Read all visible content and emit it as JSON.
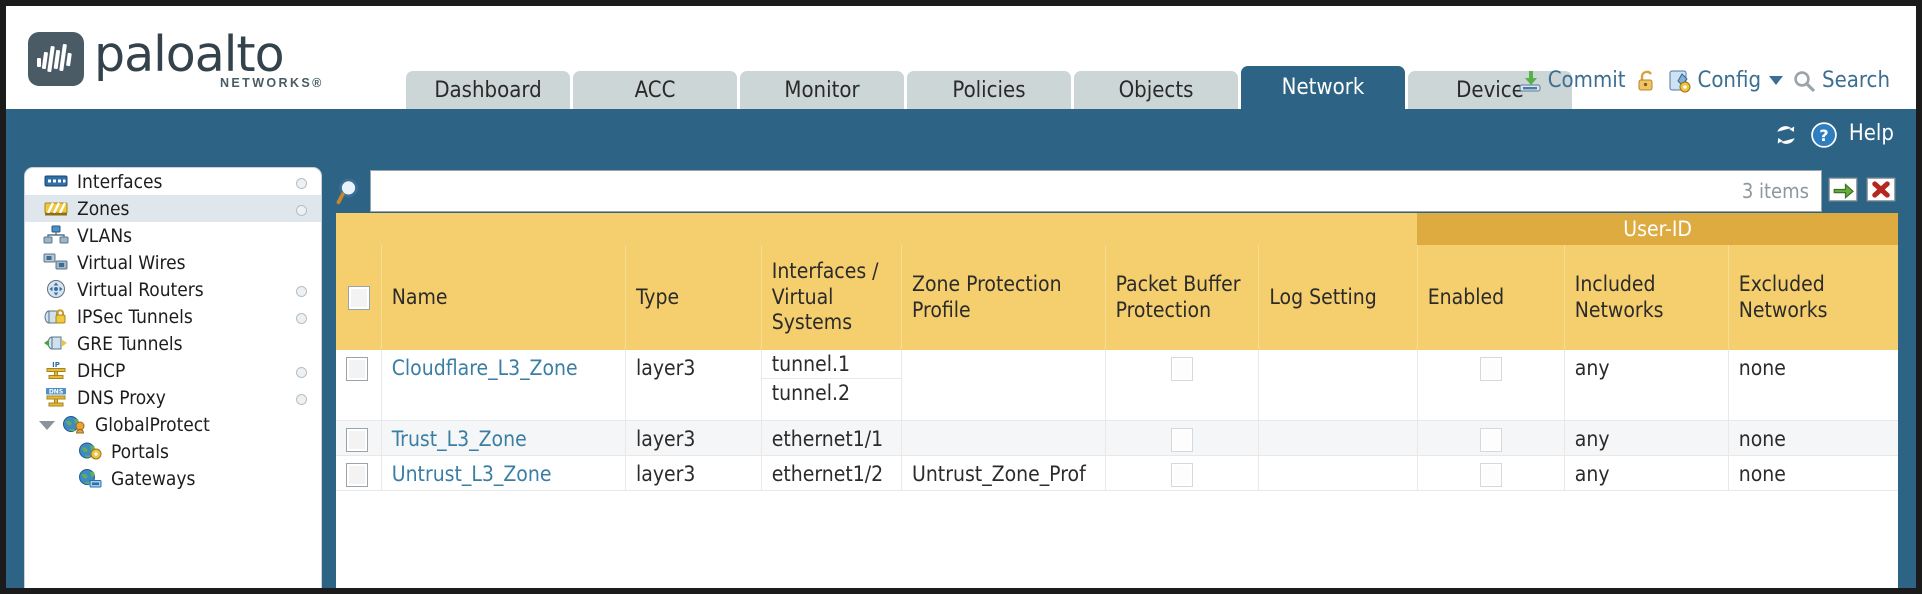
{
  "brand": {
    "word": "paloalto",
    "sub": "NETWORKS®"
  },
  "nav": {
    "tabs": [
      {
        "label": "Dashboard",
        "active": false
      },
      {
        "label": "ACC",
        "active": false
      },
      {
        "label": "Monitor",
        "active": false
      },
      {
        "label": "Policies",
        "active": false
      },
      {
        "label": "Objects",
        "active": false
      },
      {
        "label": "Network",
        "active": true
      },
      {
        "label": "Device",
        "active": false
      }
    ]
  },
  "utility": {
    "commit": "Commit",
    "lock_icon": "padlock-icon",
    "config": "Config",
    "search": "Search"
  },
  "band": {
    "refresh_icon": "refresh-icon",
    "help": "Help"
  },
  "sidebar": {
    "items": [
      {
        "label": "Interfaces",
        "icon": "interfaces-icon",
        "selected": false,
        "dot": true,
        "child": false,
        "expander": false
      },
      {
        "label": "Zones",
        "icon": "zones-icon",
        "selected": true,
        "dot": true,
        "child": false,
        "expander": false
      },
      {
        "label": "VLANs",
        "icon": "vlans-icon",
        "selected": false,
        "dot": false,
        "child": false,
        "expander": false
      },
      {
        "label": "Virtual Wires",
        "icon": "virtual-wires-icon",
        "selected": false,
        "dot": false,
        "child": false,
        "expander": false
      },
      {
        "label": "Virtual Routers",
        "icon": "virtual-routers-icon",
        "selected": false,
        "dot": true,
        "child": false,
        "expander": false
      },
      {
        "label": "IPSec Tunnels",
        "icon": "ipsec-tunnels-icon",
        "selected": false,
        "dot": true,
        "child": false,
        "expander": false
      },
      {
        "label": "GRE Tunnels",
        "icon": "gre-tunnels-icon",
        "selected": false,
        "dot": false,
        "child": false,
        "expander": false
      },
      {
        "label": "DHCP",
        "icon": "dhcp-icon",
        "selected": false,
        "dot": true,
        "child": false,
        "expander": false
      },
      {
        "label": "DNS Proxy",
        "icon": "dns-proxy-icon",
        "selected": false,
        "dot": true,
        "child": false,
        "expander": false
      },
      {
        "label": "GlobalProtect",
        "icon": "globalprotect-icon",
        "selected": false,
        "dot": false,
        "child": false,
        "expander": true
      },
      {
        "label": "Portals",
        "icon": "portals-icon",
        "selected": false,
        "dot": false,
        "child": true,
        "expander": false
      },
      {
        "label": "Gateways",
        "icon": "gateways-icon",
        "selected": false,
        "dot": false,
        "child": true,
        "expander": false
      }
    ]
  },
  "search": {
    "value": "",
    "placeholder": "",
    "items_count": "3 items",
    "go_icon": "green-arrow-icon",
    "clear_icon": "red-x-icon"
  },
  "table": {
    "group_header": "User-ID",
    "columns": [
      "Name",
      "Type",
      "Interfaces / Virtual Systems",
      "Zone Protection Profile",
      "Packet Buffer Protection",
      "Log Setting",
      "Enabled",
      "Included Networks",
      "Excluded Networks"
    ],
    "rows": [
      {
        "name": "Cloudflare_L3_Zone",
        "type": "layer3",
        "interfaces": [
          "tunnel.1",
          "tunnel.2"
        ],
        "zone_protection_profile": "",
        "packet_buffer_protection": false,
        "log_setting": "",
        "userid_enabled": false,
        "included_networks": "any",
        "excluded_networks": "none"
      },
      {
        "name": "Trust_L3_Zone",
        "type": "layer3",
        "interfaces": [
          "ethernet1/1"
        ],
        "zone_protection_profile": "",
        "packet_buffer_protection": false,
        "log_setting": "",
        "userid_enabled": false,
        "included_networks": "any",
        "excluded_networks": "none"
      },
      {
        "name": "Untrust_L3_Zone",
        "type": "layer3",
        "interfaces": [
          "ethernet1/2"
        ],
        "zone_protection_profile": "Untrust_Zone_Prof",
        "packet_buffer_protection": false,
        "log_setting": "",
        "userid_enabled": false,
        "included_networks": "any",
        "excluded_networks": "none"
      }
    ]
  },
  "colors": {
    "brand_teal": "#2d6486",
    "header_gold": "#f5cf6e",
    "group_gold": "#ddab3f",
    "link_blue": "#3b7ea4",
    "tab_inactive": "#ccd6d6"
  }
}
